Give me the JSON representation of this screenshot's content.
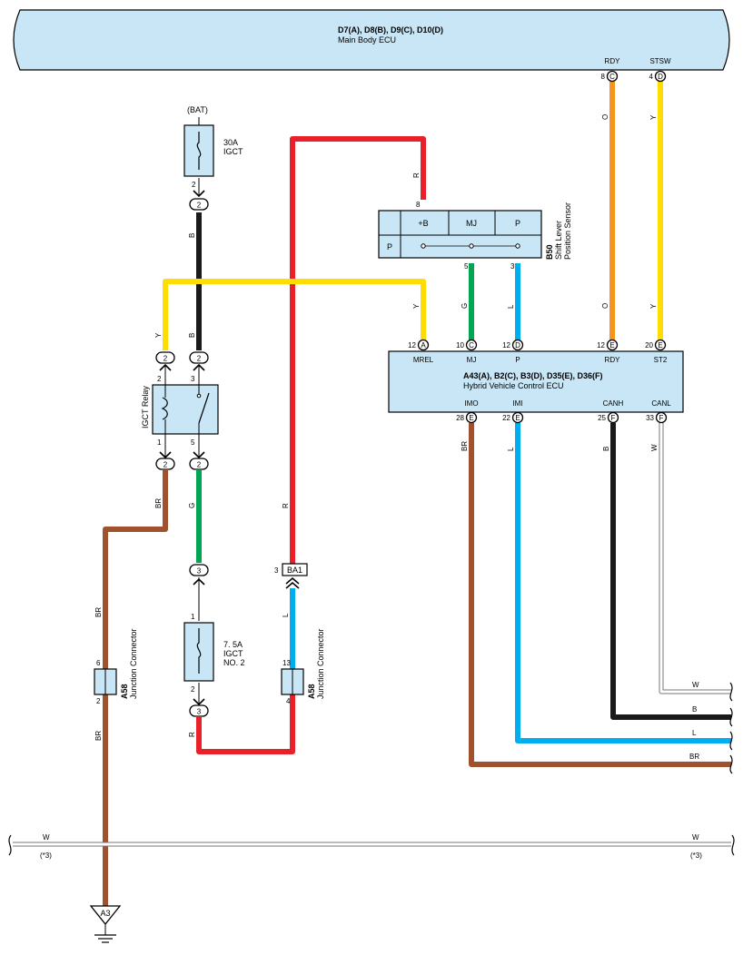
{
  "main_body_ecu": {
    "codes": "D7(A), D8(B), D9(C), D10(D)",
    "name": "Main Body ECU"
  },
  "hv_ecu": {
    "codes": "A43(A), B2(C), B3(D), D35(E), D36(F)",
    "name": "Hybrid Vehicle Control ECU"
  },
  "shift_sensor": {
    "code": "B50",
    "name_line1": "Shift Lever",
    "name_line2": "Position Sensor",
    "col_b": "+B",
    "col_mj": "MJ",
    "col_p": "P",
    "row_p": "P"
  },
  "igct_fuse": {
    "source": "(BAT)",
    "rating": "30A",
    "name": "IGCT"
  },
  "igct_no2_fuse": {
    "rating": "7. 5A",
    "name_line1": "IGCT",
    "name_line2": "NO. 2"
  },
  "relay": {
    "name": "IGCT Relay"
  },
  "junction_connector": {
    "code": "A58",
    "name": "Junction Connector"
  },
  "ba1": {
    "code": "BA1",
    "pin": "3"
  },
  "ground": {
    "code": "A3"
  },
  "mbecu_pins": [
    {
      "name": "RDY",
      "num": "8",
      "letter": "C"
    },
    {
      "name": "STSW",
      "num": "4",
      "letter": "D"
    }
  ],
  "hv_top_pins": [
    {
      "name": "MREL",
      "num": "12",
      "letter": "A"
    },
    {
      "name": "MJ",
      "num": "10",
      "letter": "C"
    },
    {
      "name": "P",
      "num": "12",
      "letter": "D"
    },
    {
      "name": "RDY",
      "num": "12",
      "letter": "E"
    },
    {
      "name": "ST2",
      "num": "20",
      "letter": "E"
    }
  ],
  "hv_bottom_pins": [
    {
      "name": "IMO",
      "num": "28",
      "letter": "E"
    },
    {
      "name": "IMI",
      "num": "22",
      "letter": "E"
    },
    {
      "name": "CANH",
      "num": "25",
      "letter": "F"
    },
    {
      "name": "CANL",
      "num": "33",
      "letter": "F"
    }
  ],
  "pin_numbers": {
    "igct_out": "2",
    "igct_conn": "2",
    "relay_in_left": "2",
    "relay_in_right": "2",
    "relay_pin_left": "2",
    "relay_pin_right": "3",
    "relay_pin_bl": "1",
    "relay_pin_br": "5",
    "relay_out_left": "2",
    "relay_out_right": "2",
    "no2_conn_top": "3",
    "no2_pin_top": "1",
    "no2_pin_bottom": "2",
    "no2_conn_bottom": "3",
    "jc_left_top": "6",
    "jc_left_bottom": "2",
    "jc_right_top": "13",
    "jc_right_bottom": "4",
    "sensor_b": "8",
    "sensor_mj": "5",
    "sensor_p": "3"
  },
  "wire_labels": {
    "red_top": "R",
    "orange_top": "O",
    "yellow_top": "Y",
    "orange_bottom": "O",
    "yellow_bottom": "Y",
    "black_igct": "B",
    "yellow_relay": "Y",
    "black_relay": "B",
    "yellow_mrel": "Y",
    "green_mj": "G",
    "blue_p": "L",
    "brown_relay": "BR",
    "green_relay": "G",
    "red_ba1": "R",
    "brown_mid": "BR",
    "blue_jc": "L",
    "brown_low": "BR",
    "red_fuse": "R",
    "brown_imo": "BR",
    "blue_imi": "L",
    "black_canh": "B",
    "white_canl": "W",
    "right_w": "W",
    "right_b": "B",
    "right_l": "L",
    "right_br": "BR",
    "bus_left": "W",
    "bus_right": "W",
    "bus_left_note": "(*3)",
    "bus_right_note": "(*3)"
  },
  "colors": {
    "red": "#e8202a",
    "orange": "#f7941d",
    "yellow": "#ffdd00",
    "green": "#00a651",
    "blue": "#00aeef",
    "brown": "#a0522d",
    "black": "#1a1a1a",
    "ecu_fill": "#c8e6f6"
  }
}
